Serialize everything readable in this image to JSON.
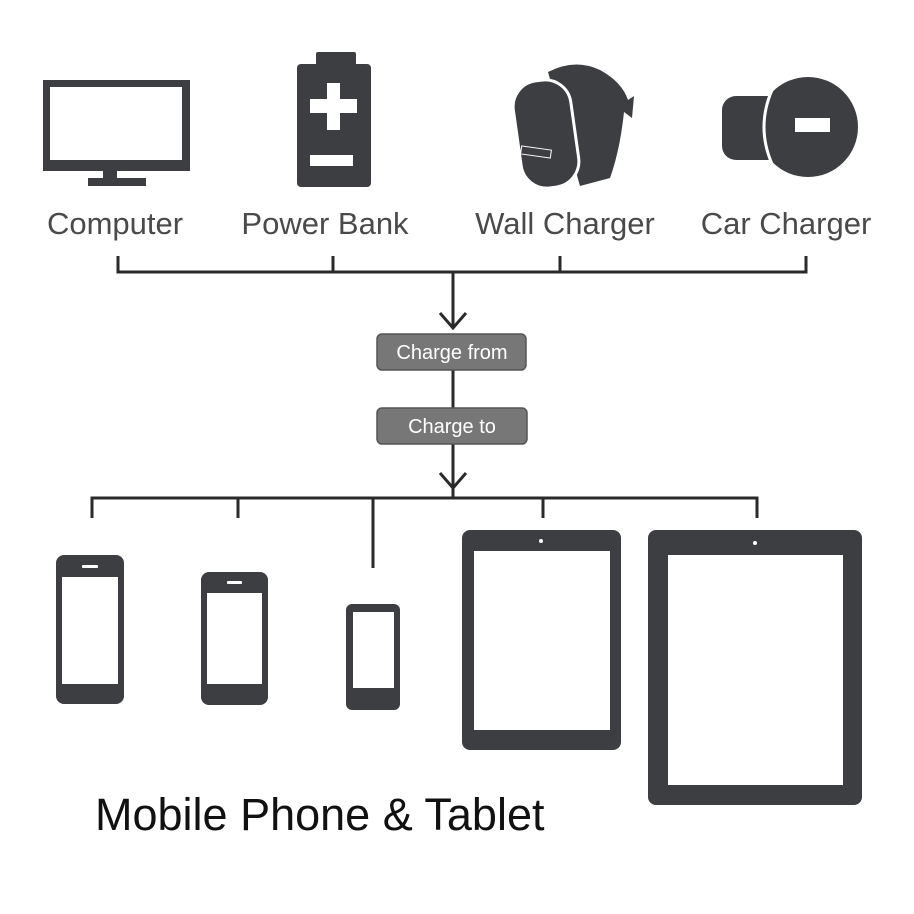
{
  "sources": [
    {
      "label": "Computer",
      "icon": "monitor-icon"
    },
    {
      "label": "Power Bank",
      "icon": "battery-icon"
    },
    {
      "label": "Wall Charger",
      "icon": "wall-charger-icon"
    },
    {
      "label": "Car Charger",
      "icon": "car-charger-icon"
    }
  ],
  "flow": {
    "from_label": "Charge from",
    "to_label": "Charge to"
  },
  "targets": {
    "title": "Mobile Phone & Tablet",
    "devices": [
      "phone-icon",
      "phone-icon",
      "small-phone-icon",
      "tablet-icon",
      "large-tablet-icon"
    ]
  },
  "colors": {
    "icon": "#3d3e41",
    "box": "#777777",
    "line": "#2a2a2a"
  }
}
